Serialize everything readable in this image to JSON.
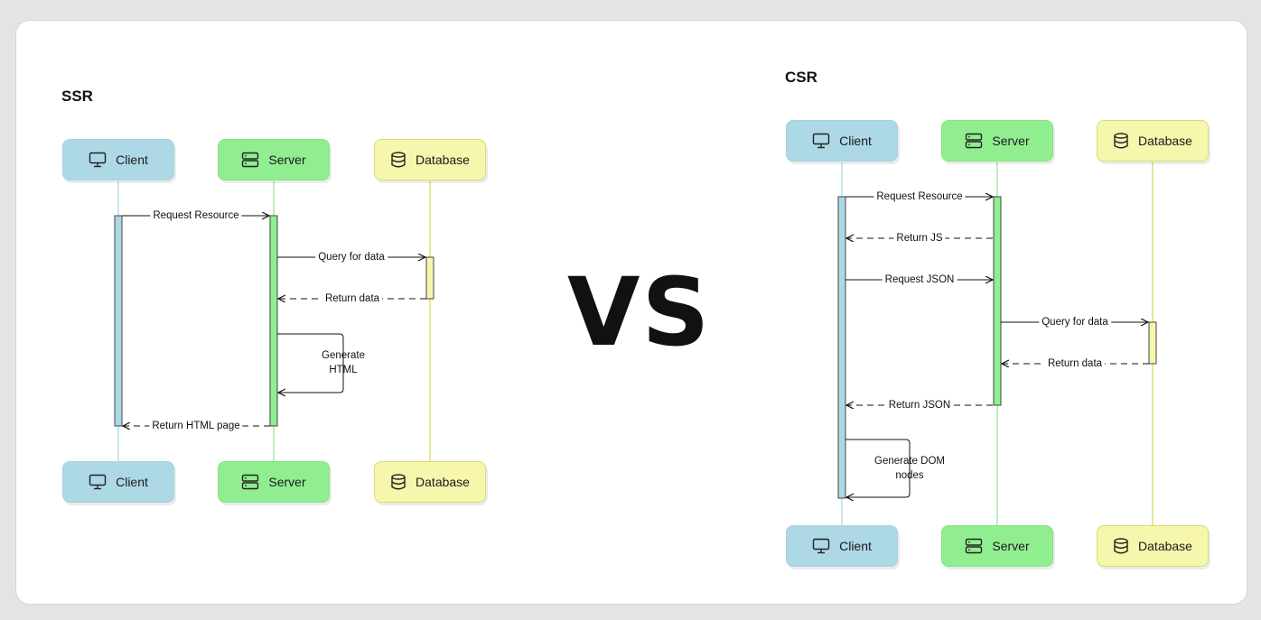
{
  "ssr": {
    "title": "SSR",
    "participants": {
      "client": "Client",
      "server": "Server",
      "database": "Database"
    },
    "messages": {
      "request_resource": "Request Resource",
      "query_for_data": "Query for data",
      "return_data": "Return data",
      "generate_line1": "Generate",
      "generate_line2": "HTML",
      "return_html_page": "Return HTML page"
    }
  },
  "vs_text": "VS",
  "csr": {
    "title": "CSR",
    "participants": {
      "client": "Client",
      "server": "Server",
      "database": "Database"
    },
    "messages": {
      "request_resource": "Request Resource",
      "return_js": "Return JS",
      "request_json": "Request JSON",
      "query_for_data": "Query for data",
      "return_data": "Return data",
      "return_json": "Return JSON",
      "generate_line1": "Generate DOM",
      "generate_line2": "nodes"
    }
  },
  "icons": {
    "client": "monitor-icon",
    "server": "server-icon",
    "database": "database-icon"
  },
  "colors": {
    "client": "#add8e6",
    "server": "#90ee90",
    "database": "#f6f7ad",
    "client_lifeline": "#a8d5e2",
    "server_lifeline": "#8fe08f",
    "database_lifeline": "#d6d94a"
  }
}
